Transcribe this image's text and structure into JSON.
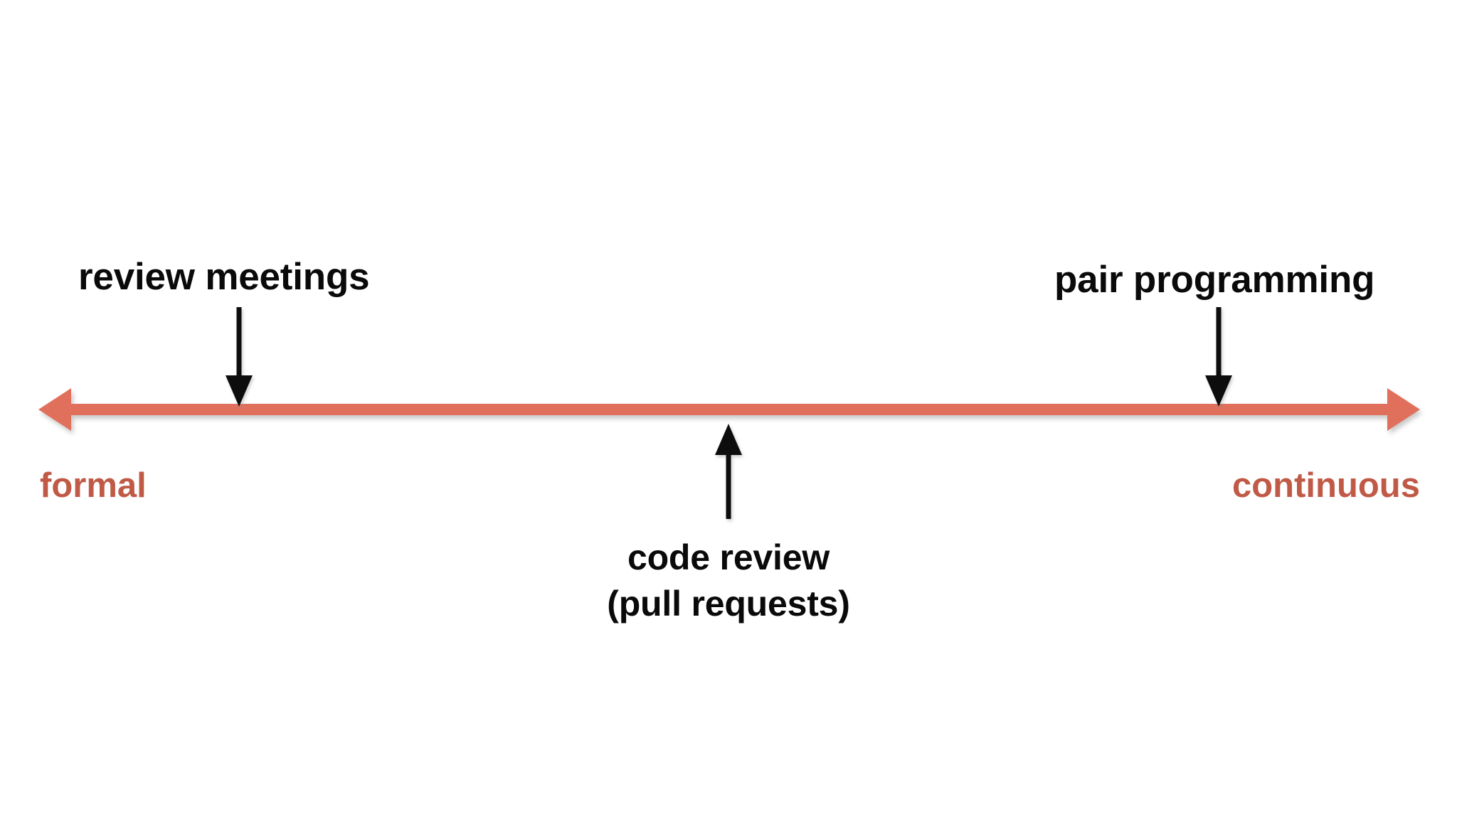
{
  "diagram": {
    "type": "spectrum-axis",
    "orientation": "horizontal",
    "background_color": "#FFFFFF",
    "axis": {
      "name": "code-review-formality-spectrum",
      "color": "#E0705C",
      "double_headed": true,
      "left_pole_label": "formal",
      "right_pole_label": "continuous",
      "pole_label_color": "#C05A47"
    },
    "callouts": [
      {
        "id": "review-meetings",
        "lines": [
          "review meetings"
        ],
        "text": "review meetings",
        "color": "#0A0A0A",
        "pointer_direction": "down",
        "position_on_axis_pct": 14
      },
      {
        "id": "code-review",
        "lines": [
          "code review",
          "(pull requests)"
        ],
        "line1": "code review",
        "line2": "(pull requests)",
        "text": "code review (pull requests)",
        "color": "#0A0A0A",
        "pointer_direction": "up",
        "position_on_axis_pct": 50
      },
      {
        "id": "pair-programming",
        "lines": [
          "pair programming"
        ],
        "text": "pair programming",
        "color": "#0A0A0A",
        "pointer_direction": "down",
        "position_on_axis_pct": 85
      }
    ]
  },
  "chart_data": {
    "type": "scatter",
    "title": "",
    "subtitle": "",
    "xlabel": "",
    "ylabel": "",
    "orientation": "horizontal",
    "axis_is_qualitative": true,
    "axis_left_label": "formal",
    "axis_right_label": "continuous",
    "categories": [
      "review meetings",
      "code review (pull requests)",
      "pair programming"
    ],
    "x": [
      14,
      50,
      85
    ],
    "values": [
      14,
      50,
      85
    ],
    "xlim": [
      0,
      100
    ],
    "grid": false,
    "legend": "none",
    "annotations": [
      {
        "label": "review meetings",
        "x": 14,
        "side": "above"
      },
      {
        "label": "code review (pull requests)",
        "x": 50,
        "side": "below"
      },
      {
        "label": "pair programming",
        "x": 85,
        "side": "above"
      }
    ]
  },
  "colors": {
    "arrow": "#E0705C",
    "arrow_shadow": "#BDBDBD",
    "pole_label": "#C05A47",
    "callout_text": "#0A0A0A",
    "background": "#FFFFFF"
  }
}
